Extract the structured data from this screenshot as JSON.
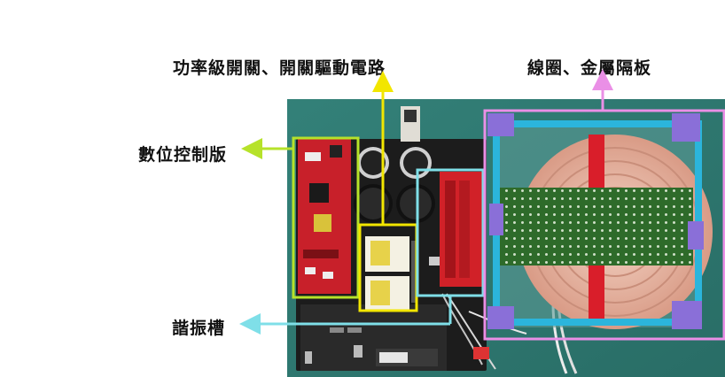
{
  "labels": {
    "switch": "功率級開關、開關驅動電路",
    "coil": "線圈、金屬隔板",
    "control": "數位控制版",
    "resonant": "諧振槽"
  },
  "colors": {
    "background": "#ffffff",
    "table_green": "#2f7a72",
    "control_box": "#b6e22a",
    "switch_box": "#f2e600",
    "resonant_box": "#7fdfe8",
    "coil_box": "#ea8fe6",
    "pcb_red": "#c8202a",
    "pcb_black": "#1c1c1c",
    "frame_cyan": "#2bb5dc",
    "corner_purple": "#8a6fd8",
    "coil_copper": "#e9b7a3",
    "perfboard_green": "#2e6b2a"
  }
}
